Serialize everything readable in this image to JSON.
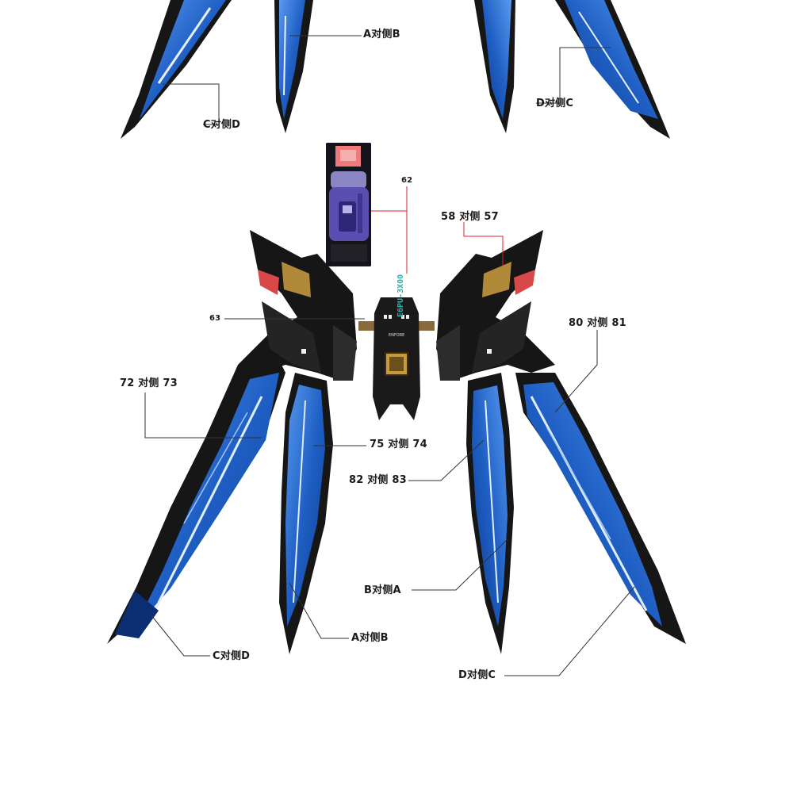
{
  "labels": {
    "a_b_top": "A对侧B",
    "c_d_top": "C对侧D",
    "d_c_top": "D对侧C",
    "n62": "62",
    "n58_57": "58 对侧 57",
    "n63": "63",
    "n80_81": "80 对侧 81",
    "n72_73": "72 对侧 73",
    "n75_74": "75 对侧 74",
    "n82_83": "82 对侧 83",
    "b_a": "B对侧A",
    "a_b_bottom": "A对侧B",
    "c_d_bottom": "C对侧D",
    "d_c_bottom": "D对侧C"
  },
  "decal_text": {
    "center_marking": "E6PU-3X00",
    "center_small": "ENFORE"
  },
  "colors": {
    "wing_blue": "#1f5fc4",
    "wing_blue_light": "#4c8ee6",
    "armor_black": "#161616",
    "accent_red": "#d94848",
    "leader_red": "#e0202a",
    "leader_dark": "#333333",
    "inset_purple": "#5a4fb0"
  },
  "icons": {
    "wing": "blue-wing-blade",
    "inset": "decal-closeup-photo"
  }
}
